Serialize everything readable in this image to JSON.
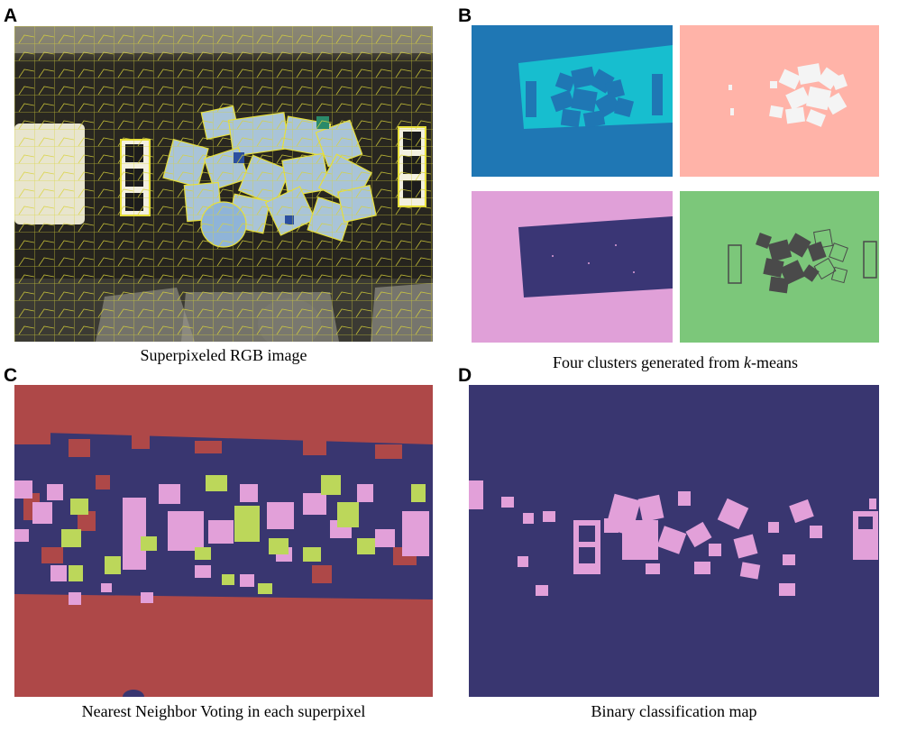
{
  "panels": {
    "a": {
      "letter": "A",
      "caption": "Superpixeled RGB image"
    },
    "b": {
      "letter": "B",
      "caption_prefix": "Four clusters generated from ",
      "caption_italic": "k",
      "caption_suffix": "-means"
    },
    "c": {
      "letter": "C",
      "caption": "Nearest Neighbor Voting in each superpixel"
    },
    "d": {
      "letter": "D",
      "caption": "Binary classification map"
    }
  },
  "colors": {
    "cluster_blue": "#1f77b4",
    "cluster_cyan": "#17becf",
    "cluster_salmon": "#ffb3a8",
    "cluster_pink": "#e0a0d8",
    "cluster_navy": "#3a3675",
    "cluster_green": "#7cc77a",
    "vote_red": "#ae4848",
    "vote_navy": "#393670",
    "vote_pink": "#e2a0d9",
    "vote_lime": "#bcd75a",
    "binary_navy": "#393670",
    "binary_pink": "#e2a0d9",
    "superpixel_line": "#e8e03a"
  }
}
